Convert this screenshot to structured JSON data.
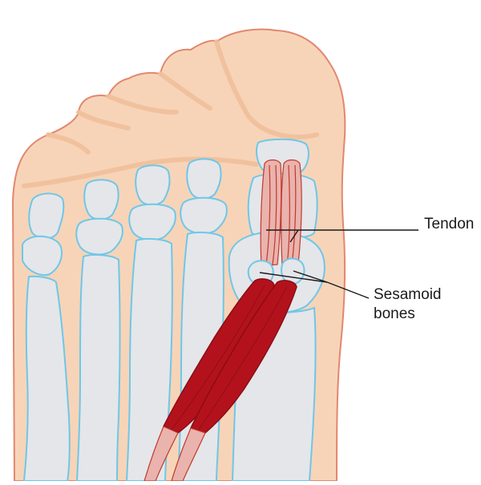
{
  "labels": {
    "tendon": "Tendon",
    "sesamoid_line1": "Sesamoid",
    "sesamoid_line2": "bones"
  },
  "colors": {
    "skin_fill": "#f7d4b8",
    "skin_outline": "#e2876f",
    "skin_fold": "#efbf9b",
    "bone_fill": "#e4e6ea",
    "bone_shadow": "#cfd3d8",
    "bone_outline": "#6fc7e7",
    "muscle_fill": "#b3121c",
    "muscle_dark": "#8a0d14",
    "tendon_fill": "#eab3ad",
    "tendon_line": "#c0392b",
    "leader_line": "#1a1a1a"
  },
  "icons": {
    "foot": "foot-sole-illustration"
  }
}
